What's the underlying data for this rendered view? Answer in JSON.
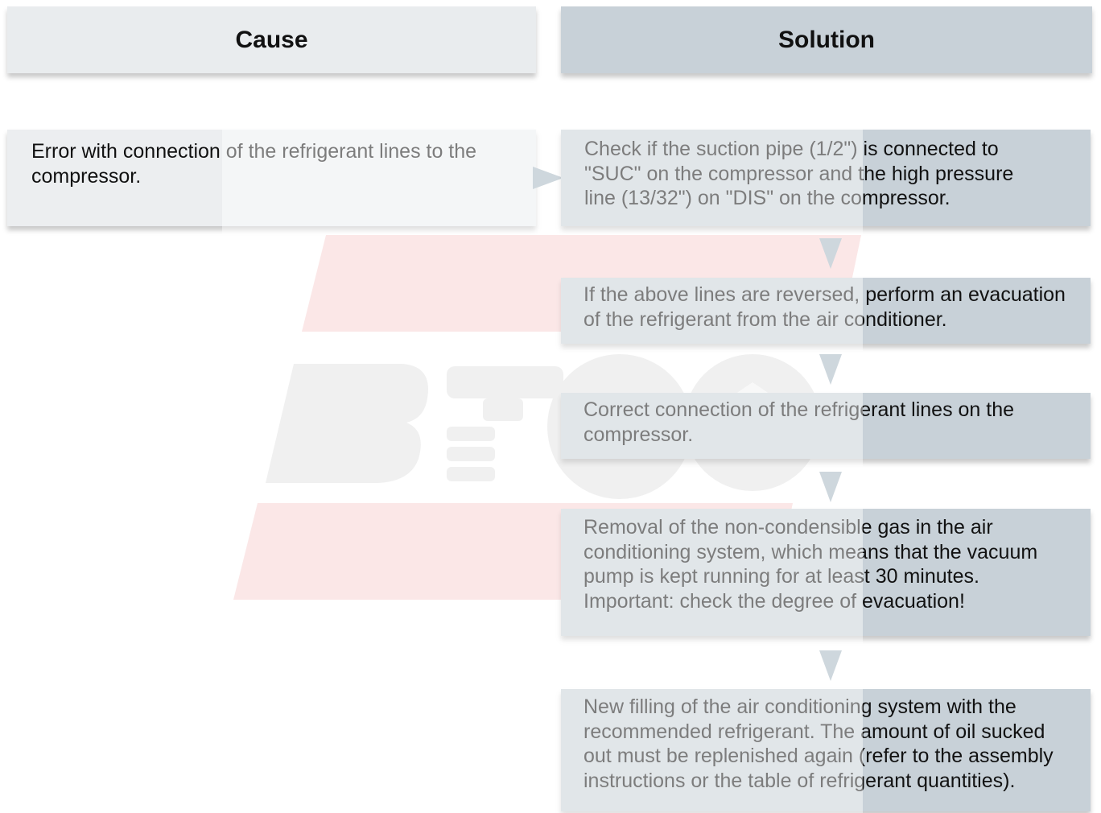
{
  "header": {
    "cause": "Cause",
    "solution": "Solution"
  },
  "cause": {
    "text": "Error with connection of the refrigerant lines to the\ncompressor."
  },
  "solutions": [
    {
      "text": "Check if the suction pipe (1/2\") is connected to\n\"SUC\" on the compressor and the high pressure\nline (13/32\") on \"DIS\" on the compressor."
    },
    {
      "text": "If the above lines are reversed, perform an evacuation\nof the refrigerant from the air conditioner."
    },
    {
      "text": "Correct connection of the refrigerant lines on the\ncompressor."
    },
    {
      "text": "Removal of the non-condensible gas in the air\nconditioning system, which means that the vacuum\npump is kept running for at least 30 minutes.\nImportant: check the degree of evacuation!"
    },
    {
      "text": "New filling of the air conditioning system with the\nrecommended refrigerant. The amount of oil sucked\nout must be replenished again (refer to the assembly\ninstructions or the table of refrigerant quantities)."
    }
  ],
  "colors": {
    "cause_bg": "#e9ecee",
    "solution_bg": "#c8d1d8",
    "arrow": "#a7b7c2",
    "watermark_red": "#f6c9c9",
    "watermark_gray": "#e3e3e3"
  }
}
